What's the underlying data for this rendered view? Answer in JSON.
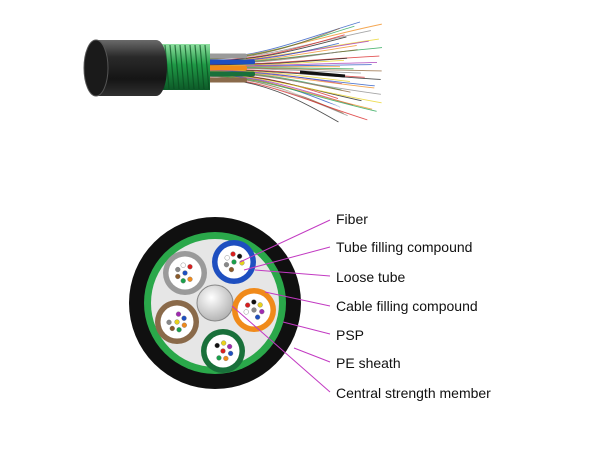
{
  "colors": {
    "sheath": "#101010",
    "psp": "#2aa84a",
    "filling": "#e6e6e6",
    "leader": "#c23ac2"
  },
  "labels": [
    "Fiber",
    "Tube filling compound",
    "Loose tube",
    "Cable filling  compound",
    "PSP",
    "PE  sheath",
    "Central strength member"
  ],
  "tube_colors": [
    "#9a9a9a",
    "#1e4fc0",
    "#f08a1a",
    "#19703a",
    "#8a6a4a"
  ],
  "fiber_colors": [
    "#1e4fc0",
    "#f08a1a",
    "#19a04a",
    "#8a5a2a",
    "#888888",
    "#ffffff",
    "#d81e1e",
    "#111111",
    "#e8d21a",
    "#a02ab0"
  ]
}
